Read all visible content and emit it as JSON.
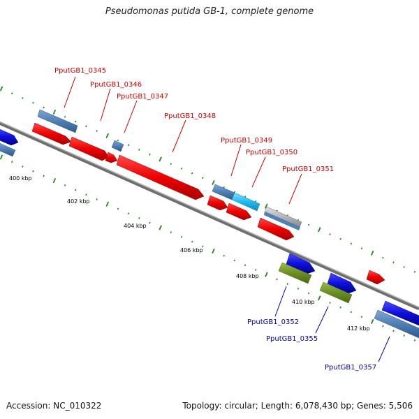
{
  "title": "Pseudomonas putida GB-1, complete genome",
  "footer": {
    "accession": "Accession: NC_010322",
    "topology": "Topology: circular; Length: 6,078,430 bp; Genes: 5,506"
  },
  "kbp_ticks": [
    "400 kbp",
    "402 kbp",
    "404 kbp",
    "406 kbp",
    "408 kbp",
    "410 kbp",
    "412 kbp"
  ],
  "genes_forward": [
    {
      "id": "PputGB1_0345",
      "color": "#cc0000"
    },
    {
      "id": "PputGB1_0346",
      "color": "#cc0000"
    },
    {
      "id": "PputGB1_0347",
      "color": "#cc0000"
    },
    {
      "id": "PputGB1_0348",
      "color": "#cc0000"
    },
    {
      "id": "PputGB1_0349",
      "color": "#cc0000"
    },
    {
      "id": "PputGB1_0350",
      "color": "#cc0000"
    },
    {
      "id": "PputGB1_0351",
      "color": "#cc0000"
    }
  ],
  "genes_reverse": [
    {
      "id": "PputGB1_0352",
      "color": "#0000aa"
    },
    {
      "id": "PputGB1_0355",
      "color": "#0000aa"
    },
    {
      "id": "PputGB1_0357",
      "color": "#0000aa"
    }
  ],
  "colors": {
    "forward_cds": "#ee0000",
    "reverse_cds": "#1010dd",
    "forward_gene": "#4f7fb5",
    "reverse_gene": "#4f7fb5",
    "rna_light": "#33bbee",
    "pseudo": "#a8a8a8",
    "green_feature": "#6b8e23",
    "backbone": "#808080",
    "tick": "#1a8a1a"
  }
}
